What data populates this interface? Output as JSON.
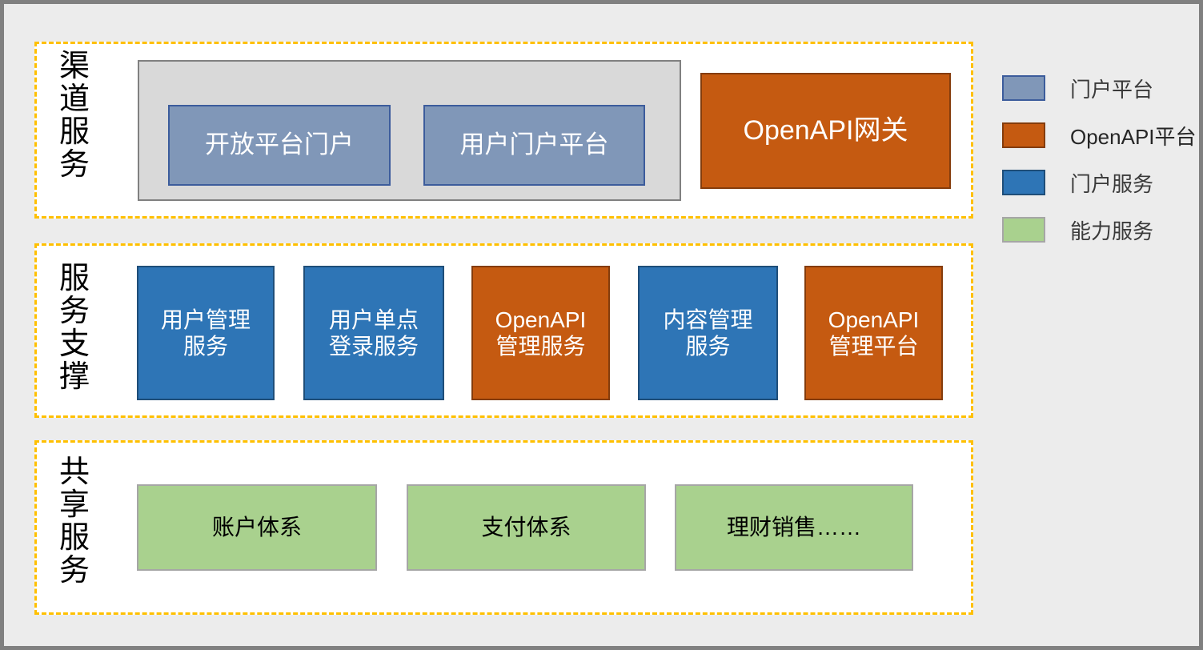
{
  "diagram": {
    "rows": [
      {
        "id": "channel",
        "label": "渠道服务",
        "label_chars": [
          "渠",
          "道",
          "服",
          "务"
        ]
      },
      {
        "id": "support",
        "label": "服务支撑",
        "label_chars": [
          "服",
          "务",
          "支",
          "撑"
        ]
      },
      {
        "id": "shared",
        "label": "共享服务",
        "label_chars": [
          "共",
          "享",
          "服",
          "务"
        ]
      }
    ],
    "channel_row": {
      "group_boxes": [
        {
          "id": "open-platform-portal",
          "label": "开放平台门户",
          "type": "portal-platform"
        },
        {
          "id": "user-portal-platform",
          "label": "用户门户平台",
          "type": "portal-platform"
        }
      ],
      "standalone_boxes": [
        {
          "id": "openapi-gateway",
          "label": "OpenAPI网关",
          "type": "openapi-platform"
        }
      ]
    },
    "support_row": {
      "boxes": [
        {
          "id": "user-management-service",
          "lines": [
            "用户管理",
            "服务"
          ],
          "type": "portal-service"
        },
        {
          "id": "user-sso-service",
          "lines": [
            "用户单点",
            "登录服务"
          ],
          "type": "portal-service"
        },
        {
          "id": "openapi-management-service",
          "lines": [
            "OpenAPI",
            "管理服务"
          ],
          "type": "openapi-platform"
        },
        {
          "id": "content-management-service",
          "lines": [
            "内容管理",
            "服务"
          ],
          "type": "portal-service"
        },
        {
          "id": "openapi-management-platform",
          "lines": [
            "OpenAPI",
            "管理平台"
          ],
          "type": "openapi-platform"
        }
      ]
    },
    "shared_row": {
      "boxes": [
        {
          "id": "account-system",
          "label": "账户体系",
          "type": "capability"
        },
        {
          "id": "payment-system",
          "label": "支付体系",
          "type": "capability"
        },
        {
          "id": "wealth-sales",
          "label": "理财销售……",
          "type": "capability"
        }
      ]
    }
  },
  "legend": {
    "items": [
      {
        "id": "portal-platform",
        "label": "门户平台",
        "color": "#8097b8",
        "border": "#3c5c9c"
      },
      {
        "id": "openapi-platform",
        "label": "OpenAPI平台",
        "color": "#c55a11",
        "border": "#843c0c"
      },
      {
        "id": "portal-service",
        "label": "门户服务",
        "color": "#2e75b6",
        "border": "#1f4e79"
      },
      {
        "id": "capability",
        "label": "能力服务",
        "color": "#a9d18e",
        "border": "#a6a6a6"
      }
    ]
  },
  "colors": {
    "page_background": "#ececec",
    "page_border": "#808080",
    "panel_background": "#ffffff",
    "panel_border": "#ffc000",
    "group_container": "#d9d9d9",
    "group_container_border": "#808080"
  }
}
